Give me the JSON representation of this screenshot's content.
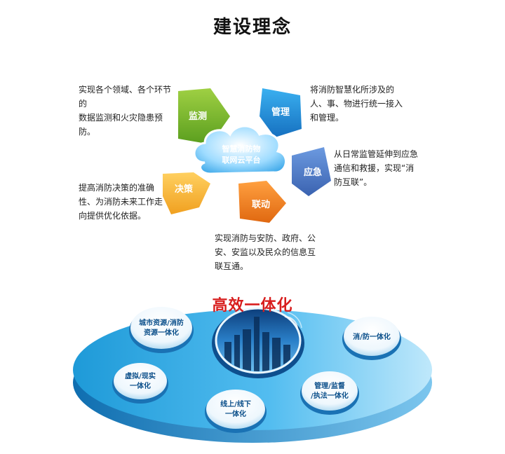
{
  "header": {
    "title": "建设理念"
  },
  "center_cloud": {
    "line1": "智慧消防物",
    "line2": "联网云平台"
  },
  "petals": [
    {
      "key": "monitor",
      "label": "监测",
      "color": "#7ab829"
    },
    {
      "key": "manage",
      "label": "管理",
      "color": "#1f8fd8"
    },
    {
      "key": "respond",
      "label": "应急",
      "color": "#4a79c8"
    },
    {
      "key": "link",
      "label": "联动",
      "color": "#f0821e"
    },
    {
      "key": "decide",
      "label": "决策",
      "color": "#f5b735"
    }
  ],
  "descriptions": {
    "monitor": [
      "实现各个领域、各个环节的",
      "数据监测和火灾隐患预",
      "防。"
    ],
    "manage": [
      "将消防智慧化所涉及的",
      "人、事、物进行统一接入",
      "和管理。"
    ],
    "respond": [
      "从日常监管延伸到应急",
      "通信和救援，实现“消",
      "防互联”。"
    ],
    "decide": [
      "提高消防决策的准确",
      "性、为消防未来工作走",
      "向提供优化依据。"
    ],
    "link": [
      "实现消防与安防、政府、公",
      "安、安监以及民众的信息互",
      "联互通。"
    ]
  },
  "integration": {
    "title": "高效一体化",
    "nodes": [
      {
        "key": "city",
        "lines": [
          "城市资源/消防",
          "资源一体化"
        ]
      },
      {
        "key": "fire",
        "lines": [
          "消/防一体化"
        ]
      },
      {
        "key": "virtual",
        "lines": [
          "虚拟/现实",
          "一体化"
        ]
      },
      {
        "key": "manage",
        "lines": [
          "管理/监督",
          "/执法一体化"
        ]
      },
      {
        "key": "online",
        "lines": [
          "线上/线下",
          "一体化"
        ]
      }
    ]
  },
  "colors": {
    "title": "#111111",
    "accent_red": "#d81e1e",
    "disc_light": "#7fd0f5",
    "disc_dark": "#1e9ad8"
  }
}
